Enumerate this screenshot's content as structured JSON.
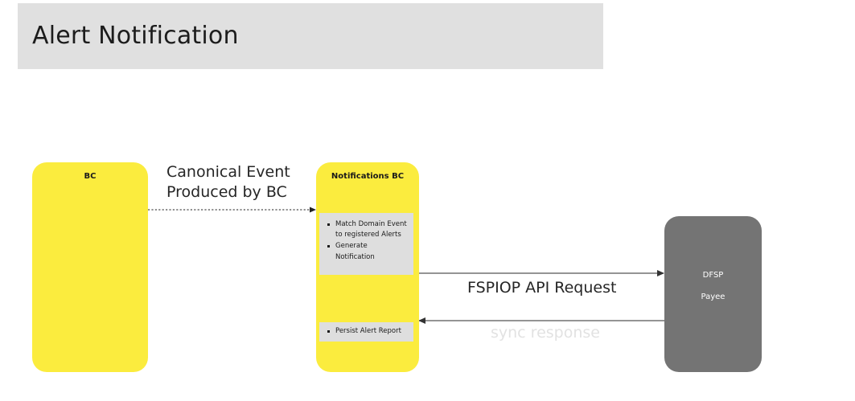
{
  "diagram": {
    "title": "Alert Notification",
    "colors": {
      "banner_bg": "#E0E0E0",
      "lane_yellow": "#FBEC3E",
      "lane_dark": "#747474",
      "task_box_bg": "#DEDEDE",
      "connector": "#555555",
      "sync_label": "#E2E2E2"
    },
    "lanes": [
      {
        "id": "bc",
        "title": "BC",
        "kind": "yellow"
      },
      {
        "id": "notifications",
        "title": "Notifications BC",
        "kind": "yellow"
      },
      {
        "id": "dfsp",
        "title_line1": "DFSP",
        "title_line2": "Payee",
        "kind": "dark"
      }
    ],
    "tasks": [
      {
        "id": "match",
        "bullets": [
          "Match Domain Event to registered Alerts",
          "Generate Notification"
        ]
      },
      {
        "id": "persist",
        "bullets": [
          "Persist Alert Report"
        ]
      }
    ],
    "connectors": [
      {
        "id": "canonical-event",
        "label": "Canonical Event\nProduced by BC",
        "style": "dotted",
        "direction": "right",
        "from": "bc",
        "to": "notifications"
      },
      {
        "id": "fspiop-request",
        "label": "FSPIOP API Request",
        "style": "solid",
        "direction": "right",
        "from": "notifications",
        "to": "dfsp"
      },
      {
        "id": "sync-response",
        "label": "sync response",
        "style": "solid",
        "direction": "left",
        "from": "dfsp",
        "to": "notifications"
      }
    ]
  }
}
